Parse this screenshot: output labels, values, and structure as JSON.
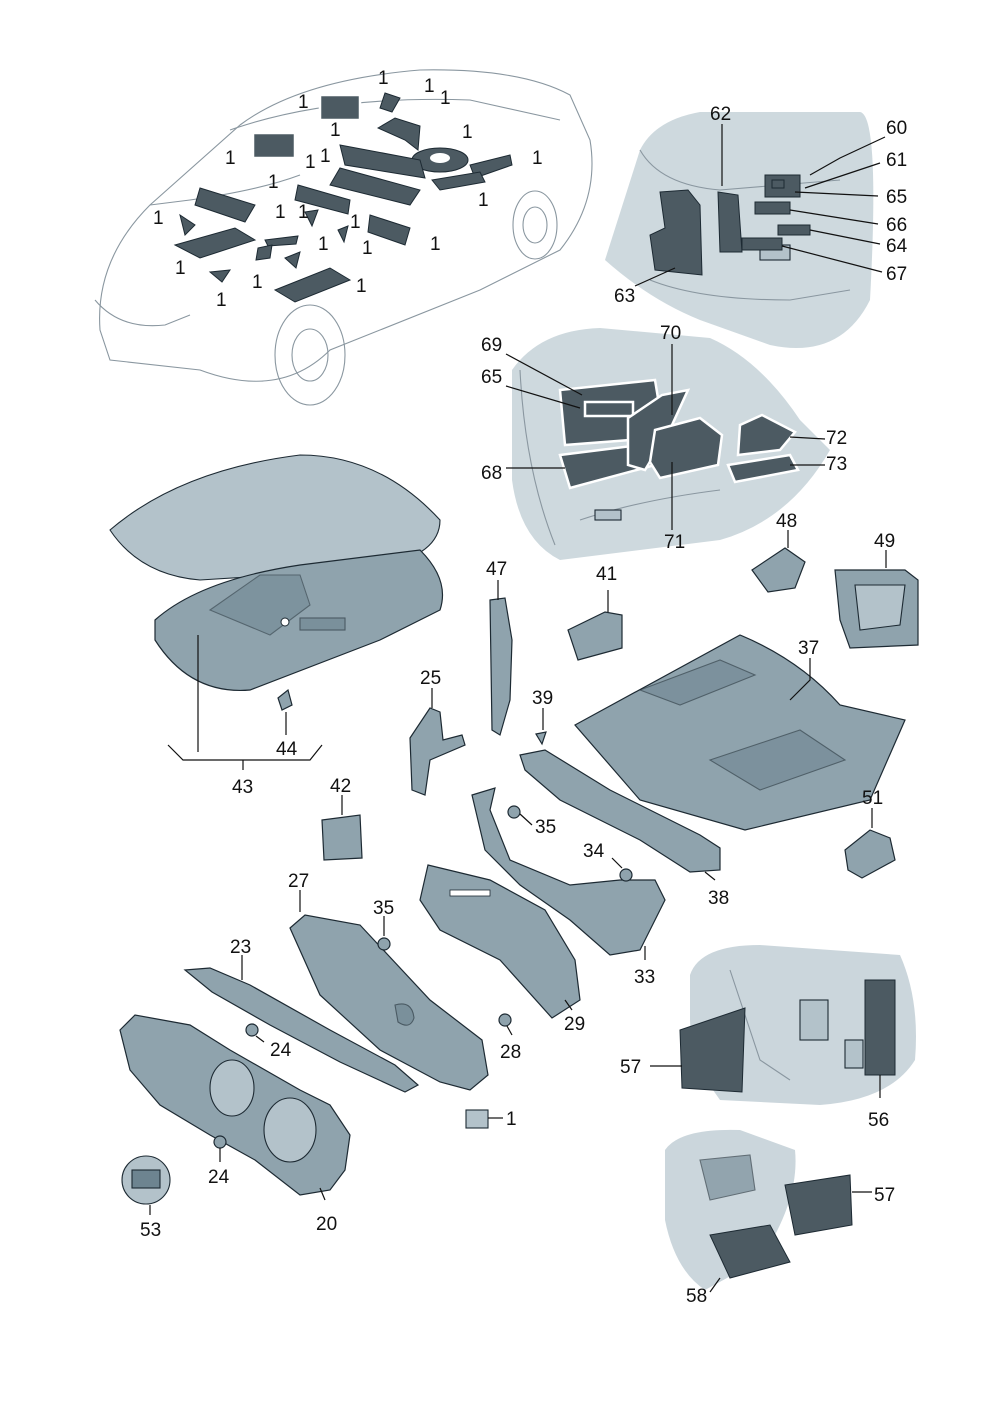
{
  "diagram": {
    "labels": {
      "car_1": "1",
      "p60": "60",
      "p61": "61",
      "p62": "62",
      "p63": "63",
      "p64": "64",
      "p65": "65",
      "p66": "66",
      "p67": "67",
      "p69": "69",
      "p65b": "65",
      "p68": "68",
      "p70": "70",
      "p71": "71",
      "p72": "72",
      "p73": "73",
      "p43": "43",
      "p44": "44",
      "p47": "47",
      "p41": "41",
      "p48": "48",
      "p49": "49",
      "p37": "37",
      "p25": "25",
      "p39": "39",
      "p42": "42",
      "p35": "35",
      "p35b": "35",
      "p51": "51",
      "p34": "34",
      "p38": "38",
      "p27": "27",
      "p23": "23",
      "p33": "33",
      "p29": "29",
      "p28": "28",
      "p24": "24",
      "p24b": "24",
      "p1": "1",
      "p53": "53",
      "p20": "20",
      "p57": "57",
      "p56": "56",
      "p57b": "57",
      "p58": "58"
    }
  }
}
